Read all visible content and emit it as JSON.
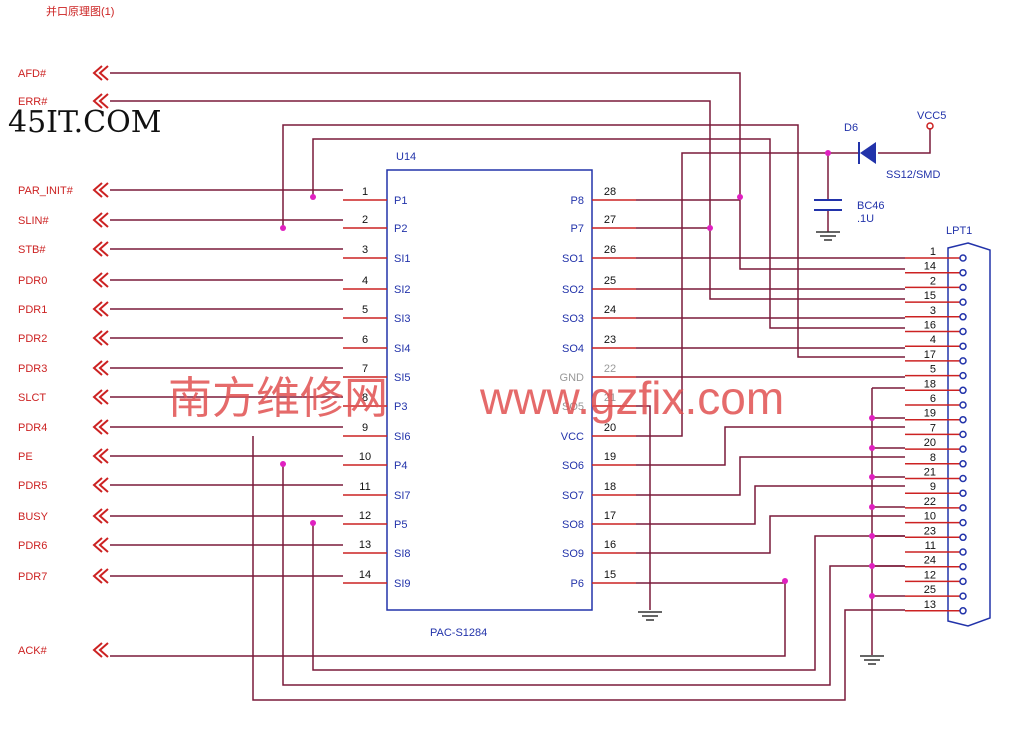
{
  "title": "并口原理图(1)",
  "watermark_site": "45IT.COM",
  "watermark_cn": "南方维修网",
  "watermark_url": "www.gzfix.com",
  "ic": {
    "ref": "U14",
    "part": "PAC-S1284",
    "left_pins": [
      {
        "num": "1",
        "name": "P1"
      },
      {
        "num": "2",
        "name": "P2"
      },
      {
        "num": "3",
        "name": "SI1"
      },
      {
        "num": "4",
        "name": "SI2"
      },
      {
        "num": "5",
        "name": "SI3"
      },
      {
        "num": "6",
        "name": "SI4"
      },
      {
        "num": "7",
        "name": "SI5"
      },
      {
        "num": "8",
        "name": "P3"
      },
      {
        "num": "9",
        "name": "SI6"
      },
      {
        "num": "10",
        "name": "P4"
      },
      {
        "num": "11",
        "name": "SI7"
      },
      {
        "num": "12",
        "name": "P5"
      },
      {
        "num": "13",
        "name": "SI8"
      },
      {
        "num": "14",
        "name": "SI9"
      }
    ],
    "right_pins": [
      {
        "num": "28",
        "name": "P8"
      },
      {
        "num": "27",
        "name": "P7"
      },
      {
        "num": "26",
        "name": "SO1"
      },
      {
        "num": "25",
        "name": "SO2"
      },
      {
        "num": "24",
        "name": "SO3"
      },
      {
        "num": "23",
        "name": "SO4"
      },
      {
        "num": "22",
        "name": "GND"
      },
      {
        "num": "21",
        "name": "SO5"
      },
      {
        "num": "20",
        "name": "VCC"
      },
      {
        "num": "19",
        "name": "SO6"
      },
      {
        "num": "18",
        "name": "SO7"
      },
      {
        "num": "17",
        "name": "SO8"
      },
      {
        "num": "16",
        "name": "SO9"
      },
      {
        "num": "15",
        "name": "P6"
      }
    ]
  },
  "signals": [
    "AFD#",
    "ERR#",
    "PAR_INIT#",
    "SLIN#",
    "STB#",
    "PDR0",
    "PDR1",
    "PDR2",
    "PDR3",
    "SLCT",
    "PDR4",
    "PE",
    "PDR5",
    "BUSY",
    "PDR6",
    "PDR7",
    "ACK#"
  ],
  "diode": {
    "ref": "D6",
    "part": "SS12/SMD"
  },
  "capacitor": {
    "ref": "BC46",
    "value": ".1U"
  },
  "power": {
    "label": "VCC5"
  },
  "connector": {
    "ref": "LPT1",
    "pins": [
      "1",
      "14",
      "2",
      "15",
      "3",
      "16",
      "4",
      "17",
      "5",
      "18",
      "6",
      "19",
      "7",
      "20",
      "8",
      "21",
      "9",
      "22",
      "10",
      "23",
      "11",
      "24",
      "12",
      "25",
      "13"
    ]
  },
  "colors": {
    "wire": "#7a1a3a",
    "label": "#cc2222",
    "pin": "#cc2222",
    "ic": "#2233aa",
    "junction": "#e020c0",
    "watermark": "#e05050"
  }
}
